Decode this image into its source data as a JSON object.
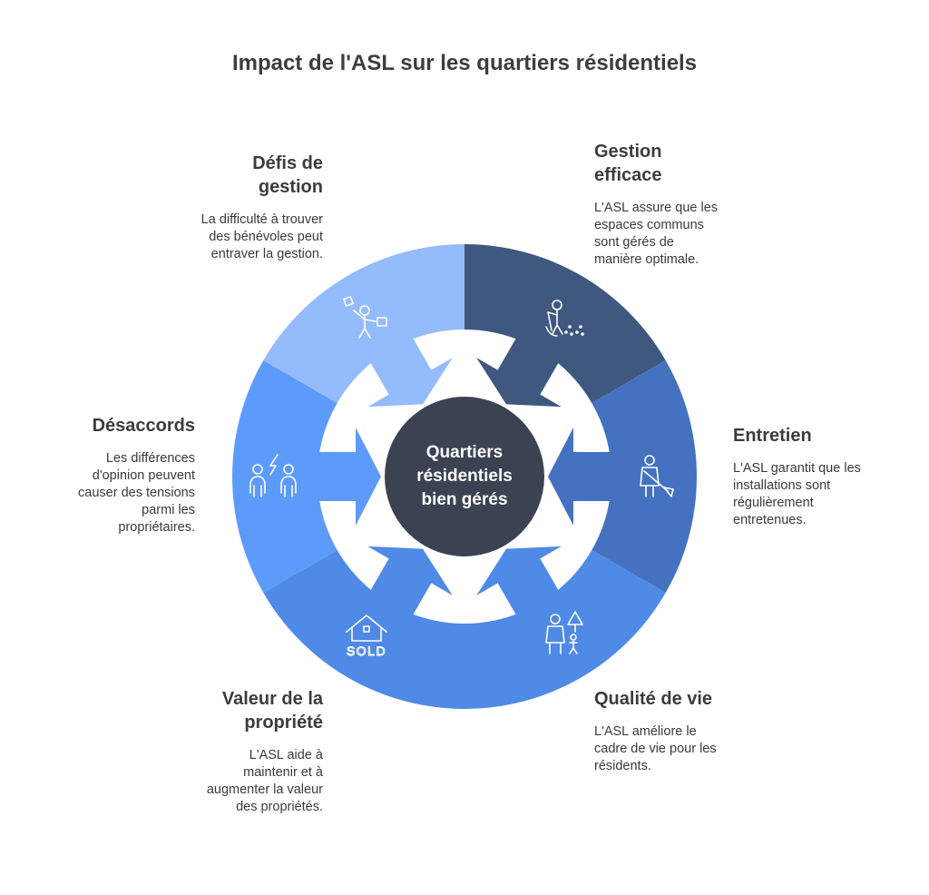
{
  "title": "Impact de l'ASL sur les quartiers résidentiels",
  "center": {
    "line1": "Quartiers",
    "line2": "résidentiels",
    "line3": "bien gérés"
  },
  "segments": [
    {
      "key": "gestion",
      "color": "#3f587f",
      "icon": "person-sweeping-icon",
      "heading1": "Gestion",
      "heading2": "efficace",
      "desc": [
        "L'ASL assure que les",
        "espaces communs",
        "sont gérés de",
        "manière optimale."
      ]
    },
    {
      "key": "entretien",
      "color": "#4472c0",
      "icon": "janitor-broom-icon",
      "heading1": "Entretien",
      "heading2": "",
      "desc": [
        "L'ASL garantit que les",
        "installations sont",
        "régulièrement",
        "entretenues."
      ]
    },
    {
      "key": "qualite",
      "color": "#4f8ae6",
      "icon": "family-tree-icon",
      "heading1": "Qualité de vie",
      "heading2": "",
      "desc": [
        "L'ASL améliore le",
        "cadre de vie pour les",
        "résidents."
      ]
    },
    {
      "key": "valeur",
      "color": "#4f8ae6",
      "icon": "house-sold-icon",
      "icon_text": "SOLD",
      "heading1": "Valeur de la",
      "heading2": "propriété",
      "desc": [
        "L'ASL aide à",
        "maintenir et à",
        "augmenter la valeur",
        "des propriétés."
      ]
    },
    {
      "key": "desaccords",
      "color": "#5d9bfb",
      "icon": "people-conflict-icon",
      "heading1": "Désaccords",
      "heading2": "",
      "desc": [
        "Les différences",
        "d'opinion peuvent",
        "causer des tensions",
        "parmi les",
        "propriétaires."
      ]
    },
    {
      "key": "defis",
      "color": "#94bbfb",
      "icon": "juggling-person-icon",
      "heading1": "Défis de",
      "heading2": "gestion",
      "desc": [
        "La difficulté à trouver",
        "des bénévoles peut",
        "entraver la gestion."
      ]
    }
  ],
  "colors": {
    "hub": "#3b4352",
    "background": "#ffffff"
  }
}
